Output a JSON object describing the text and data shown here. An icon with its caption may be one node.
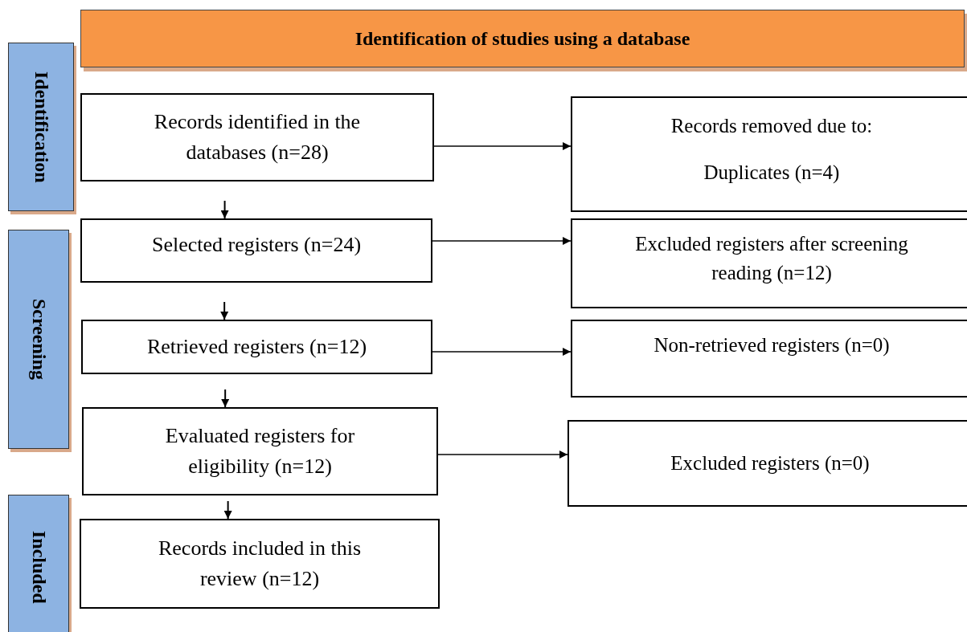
{
  "diagram": {
    "nodes": [
      {
        "text": [
          "Identification of studies using a database"
        ]
      },
      {
        "text": [
          "Identification"
        ]
      },
      {
        "text": [
          "Screening"
        ]
      },
      {
        "text": [
          "Included"
        ]
      },
      {
        "text": [
          "Records identified in the databases (n=28)"
        ]
      },
      {
        "text": [
          "Selected registers (n=24)"
        ]
      },
      {
        "text": [
          "Retrieved registers (n=12)"
        ]
      },
      {
        "text": [
          "Evaluated registers for eligibility (n=12)"
        ]
      },
      {
        "text": [
          "Records included in this review (n=12)"
        ]
      },
      {
        "text": [
          "Records removed due to:",
          "Duplicates (n=4)"
        ]
      },
      {
        "text": [
          "Excluded registers after screening reading (n=12)"
        ]
      },
      {
        "text": [
          "Non-retrieved registers (n=0)"
        ]
      },
      {
        "text": [
          "Excluded registers (n=0)"
        ]
      }
    ],
    "edges": [
      {
        "from": 4,
        "to": 5,
        "arrow": "to"
      },
      {
        "from": 5,
        "to": 6,
        "arrow": "to"
      },
      {
        "from": 6,
        "to": 7,
        "arrow": "to"
      },
      {
        "from": 7,
        "to": 8,
        "arrow": "to"
      },
      {
        "from": 4,
        "to": 9,
        "arrow": "to"
      },
      {
        "from": 5,
        "to": 10,
        "arrow": "to"
      },
      {
        "from": 6,
        "to": 11,
        "arrow": "to"
      },
      {
        "from": 7,
        "to": 12,
        "arrow": "to"
      }
    ]
  }
}
